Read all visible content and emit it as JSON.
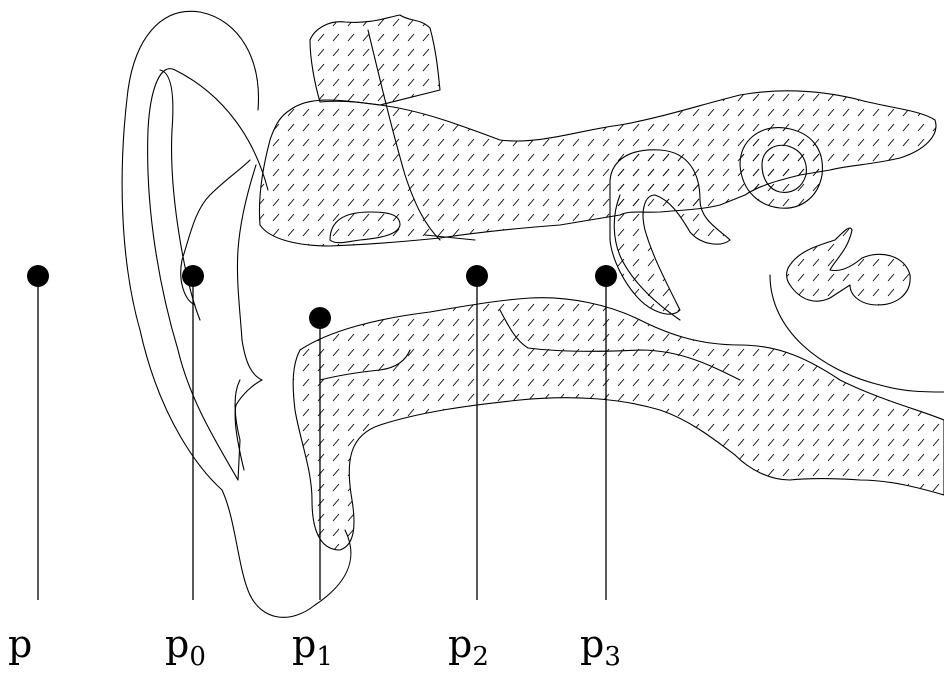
{
  "points": [
    {
      "id": "p",
      "base": "p",
      "sub": ""
    },
    {
      "id": "p0",
      "base": "p",
      "sub": "0"
    },
    {
      "id": "p1",
      "base": "p",
      "sub": "1"
    },
    {
      "id": "p2",
      "base": "p",
      "sub": "2"
    },
    {
      "id": "p3",
      "base": "p",
      "sub": "3"
    }
  ],
  "colors": {
    "ink": "#000000",
    "background": "#ffffff"
  }
}
